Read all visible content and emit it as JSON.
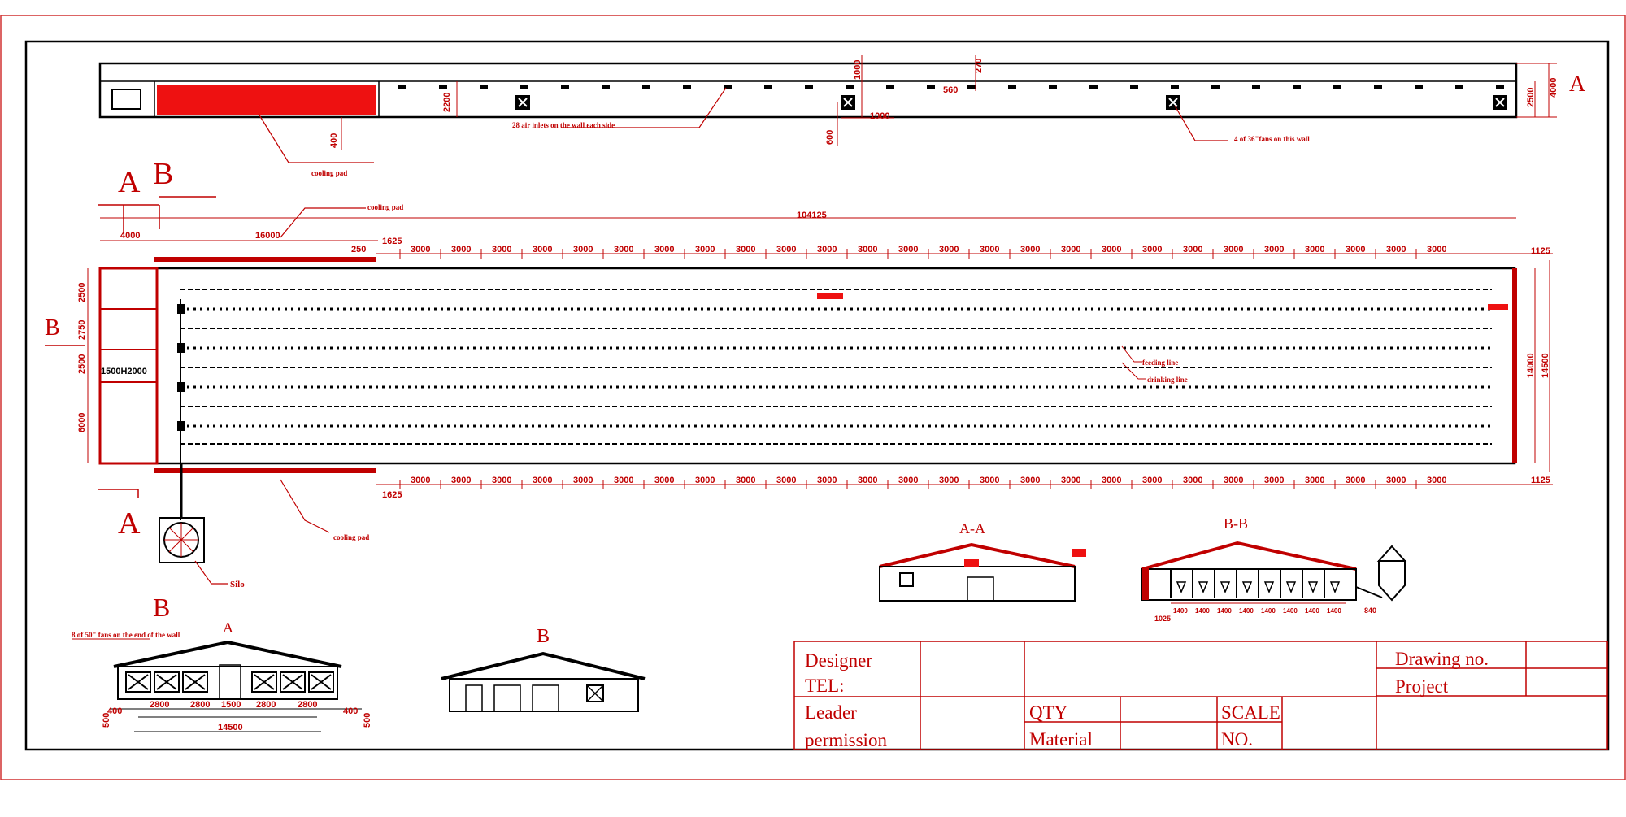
{
  "plan": {
    "total_length": "104125",
    "bay_dims_top": [
      "3000",
      "3000",
      "3000",
      "3000",
      "3000",
      "3000",
      "3000",
      "3000",
      "3000",
      "3000",
      "3000",
      "3000",
      "3000",
      "3000",
      "3000",
      "3000",
      "3000",
      "3000",
      "3000",
      "3000",
      "3000",
      "3000",
      "3000",
      "3000",
      "3000",
      "3000"
    ],
    "end_dim": "1125",
    "dim_16000": "16000",
    "dim_250": "250",
    "dim_1625": "1625",
    "dim_4000": "4000",
    "left_dims": [
      "2500",
      "2750",
      "2500",
      "6000"
    ],
    "right_dims": [
      "14000",
      "14500"
    ],
    "room_label": "1500H2000",
    "feeding_line": "feeding line",
    "drinking_line": "drinking line",
    "cooling_pad": "cooling pad",
    "silo": "Silo"
  },
  "elevation": {
    "air_inlets_note": "28 air inlets on the wall each side",
    "fans_note": "4 of 36\"fans on this wall",
    "cooling_pad": "cooling pad",
    "dims": [
      "2200",
      "400",
      "1000",
      "270",
      "560",
      "1000",
      "600",
      "4000",
      "2500"
    ]
  },
  "section_marks": {
    "A": "A",
    "B": "B",
    "AA": "A-A",
    "BB": "B-B"
  },
  "end_view_a": {
    "note": "8 of 50\" fans on the end of the wall",
    "label": "A",
    "dims": [
      "2800",
      "2800",
      "1500",
      "2800",
      "2800",
      "14500",
      "400",
      "400",
      "500",
      "500"
    ]
  },
  "end_view_b": {
    "label": "B"
  },
  "section_bb": {
    "spacing": [
      "1400",
      "1400",
      "1400",
      "1400",
      "1400",
      "1400",
      "1400",
      "1400"
    ],
    "dim_840": "840",
    "dim_1025": "1025"
  },
  "title_block": {
    "designer": "Designer",
    "tel": "TEL:",
    "leader": "Leader",
    "permission": "permission",
    "qty": "QTY",
    "material": "Material",
    "scale": "SCALE",
    "no": "NO.",
    "drawing_no": "Drawing no.",
    "project": "Project"
  }
}
